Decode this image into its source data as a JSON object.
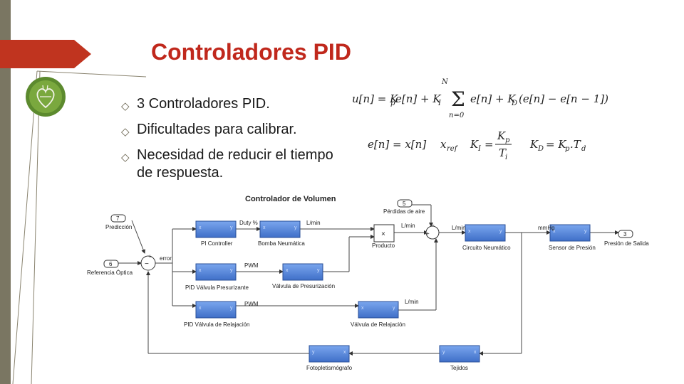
{
  "slide": {
    "title": "Controladores PID",
    "bullets": [
      "3 Controladores PID.",
      "Dificultades para calibrar.",
      "Necesidad de reducir el tiempo de respuesta."
    ]
  },
  "formulas": {
    "line1": "u[n] = Kₚe[n] + Kᵢ Σ e[n] + K_D(e[n] − e[n − 1])",
    "line2": "e[n] = x[n]   x_ref   Kᵢ = Kₚ/Tᵢ   K_D = Kₚ.T_d"
  },
  "diagram": {
    "title": "Controlador de Volumen",
    "blocks": {
      "pi_controller": "PI Controller",
      "bomba": "Bomba Neumática",
      "producto": "Producto",
      "circuito": "Circuito Neumático",
      "sensor": "Sensor de Presión",
      "pid_presurizante": "PID Válvula Presurizante",
      "valvula_presurizacion": "Válvula de Presurización",
      "pid_relajacion": "PID Válvula de Relajación",
      "valvula_relajacion": "Válvula de Relajación",
      "fotopletismografo": "Fotopletismógrafo",
      "tejidos": "Tejidos"
    },
    "ports": {
      "prediccion_num": "7",
      "prediccion": "Predicción",
      "referencia_num": "6",
      "referencia": "Referencia Óptica",
      "perdidas_num": "5",
      "perdidas": "Pérdidas de aire",
      "salida_num": "3",
      "salida": "Presión de Salida"
    },
    "signals": {
      "duty": "Duty %",
      "lmin1": "L/min",
      "lmin2": "L/min",
      "lmin3": "L/min",
      "lmin4": "L/min",
      "pwm1": "PWM",
      "pwm2": "PWM",
      "mmhg": "mmHg",
      "error": "error"
    }
  },
  "colors": {
    "title": "#c0281c",
    "block": "#4f7fd6",
    "sidebar": "#7a7662",
    "arrow": "#c0341f"
  }
}
